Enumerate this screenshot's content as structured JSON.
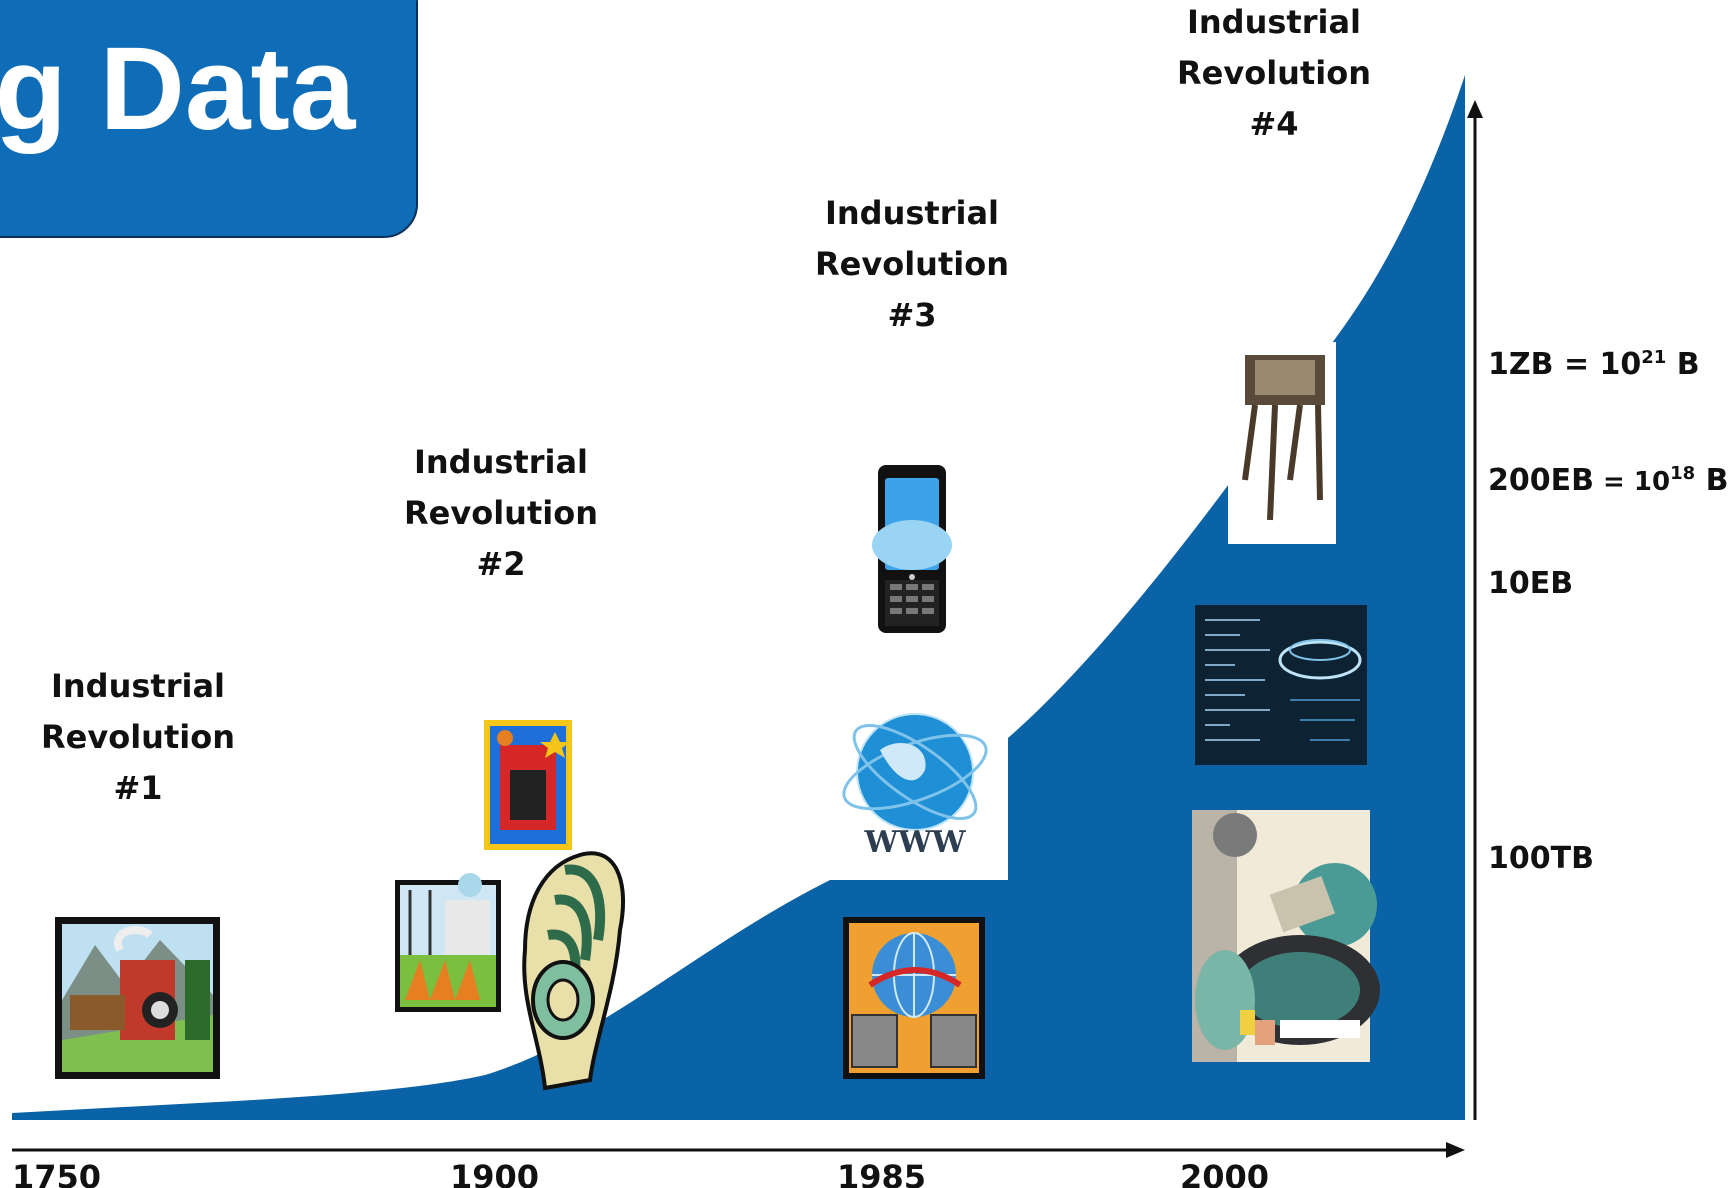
{
  "title": "ig Data",
  "revolutions": [
    {
      "line1": "Industrial",
      "line2": "Revolution",
      "line3": "#1"
    },
    {
      "line1": "Industrial",
      "line2": "Revolution",
      "line3": "#2"
    },
    {
      "line1": "Industrial",
      "line2": "Revolution",
      "line3": "#3"
    },
    {
      "line1": "Industrial",
      "line2": "Revolution",
      "line3": "#4"
    }
  ],
  "years": [
    "1750",
    "1900",
    "1985",
    "2000"
  ],
  "scale": {
    "zb": {
      "main": "1ZB = 10",
      "exp": "21",
      "unit": " B"
    },
    "eb200": {
      "main": "200EB",
      "eq": " = 10",
      "exp": "18",
      "unit": " B"
    },
    "eb10": "10EB",
    "tb100": "100TB"
  },
  "images": [
    "steam-train-clipart",
    "power-plant-clipart",
    "telephone-stamp-clipart",
    "rotary-phone-clipart",
    "mobile-phone",
    "www-globe",
    "computer-network-clipart",
    "robot-dog",
    "code-data-screen",
    "robot-arm-clipart"
  ],
  "colors": {
    "area": "#0a63a6",
    "title_box": "#0f6db8",
    "text": "#111111"
  }
}
